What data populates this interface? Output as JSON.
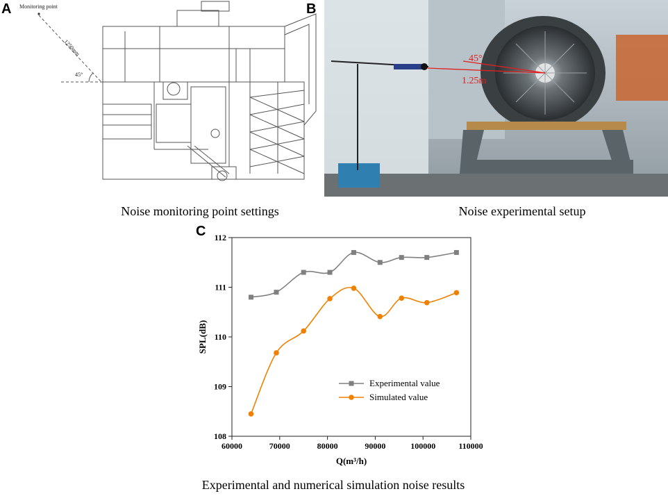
{
  "panels": {
    "a": {
      "letter": "A",
      "monitoring_point": "Monitoring point",
      "distance": "1250mm",
      "angle": "45°",
      "caption": "Noise monitoring point settings"
    },
    "b": {
      "letter": "B",
      "angle_label": "45°",
      "distance_label": "1.25m",
      "caption": "Noise experimental setup"
    },
    "c": {
      "letter": "C",
      "caption": "Experimental and numerical simulation noise results"
    }
  },
  "chart_data": {
    "type": "line",
    "title": "",
    "xlabel": "Q(m³/h)",
    "ylabel": "SPL(dB)",
    "xlim": [
      60000,
      110000
    ],
    "ylim": [
      108,
      112
    ],
    "xticks": [
      "60000",
      "70000",
      "80000",
      "90000",
      "100000",
      "110000"
    ],
    "yticks": [
      "108",
      "109",
      "110",
      "111",
      "112"
    ],
    "legend_position": "lower-right",
    "series": [
      {
        "name": "Experimental value",
        "color": "#808080",
        "marker": "square",
        "x": [
          64000,
          69300,
          75000,
          80500,
          85500,
          91000,
          95500,
          100800,
          107000
        ],
        "y": [
          110.8,
          110.9,
          111.3,
          111.3,
          111.7,
          111.5,
          111.6,
          111.6,
          111.7
        ]
      },
      {
        "name": "Simulated value",
        "color": "#f08000",
        "marker": "circle",
        "x": [
          64000,
          69300,
          75000,
          80500,
          85500,
          91000,
          95500,
          100800,
          107000
        ],
        "y": [
          108.45,
          109.68,
          110.12,
          110.77,
          110.98,
          110.41,
          110.78,
          110.69,
          110.89
        ]
      }
    ]
  }
}
